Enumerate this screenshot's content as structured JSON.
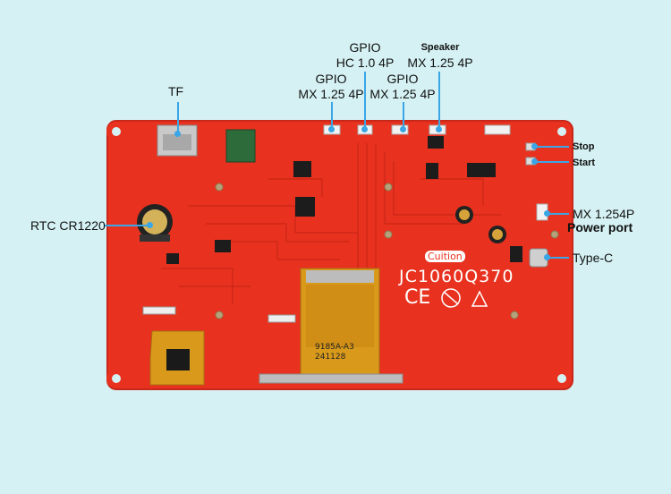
{
  "labels": {
    "tf": "TF",
    "rtc": "RTC CR1220",
    "gpio_hc_title": "GPIO",
    "gpio_hc_spec": "HC 1.0 4P",
    "gpio_left_title": "GPIO",
    "gpio_left_spec": "MX 1.25 4P",
    "gpio_right_title": "GPIO",
    "gpio_right_spec": "MX 1.25 4P",
    "speaker_title": "Speaker",
    "speaker_spec": "MX 1.25 4P",
    "stop": "Stop",
    "start": "Start",
    "mx_power": "MX 1.254P",
    "power_port": "Power port",
    "type_c": "Type-C"
  },
  "board": {
    "brand": "Cuition",
    "model": "JC1060Q370",
    "marks": "CE",
    "fpc_code": "9185A-A3",
    "fpc_date": "241128"
  },
  "colors": {
    "background": "#d5f1f3",
    "pcb": "#e8321f",
    "leader_line": "#3aa6e6",
    "fpc": "#d99a1c"
  }
}
